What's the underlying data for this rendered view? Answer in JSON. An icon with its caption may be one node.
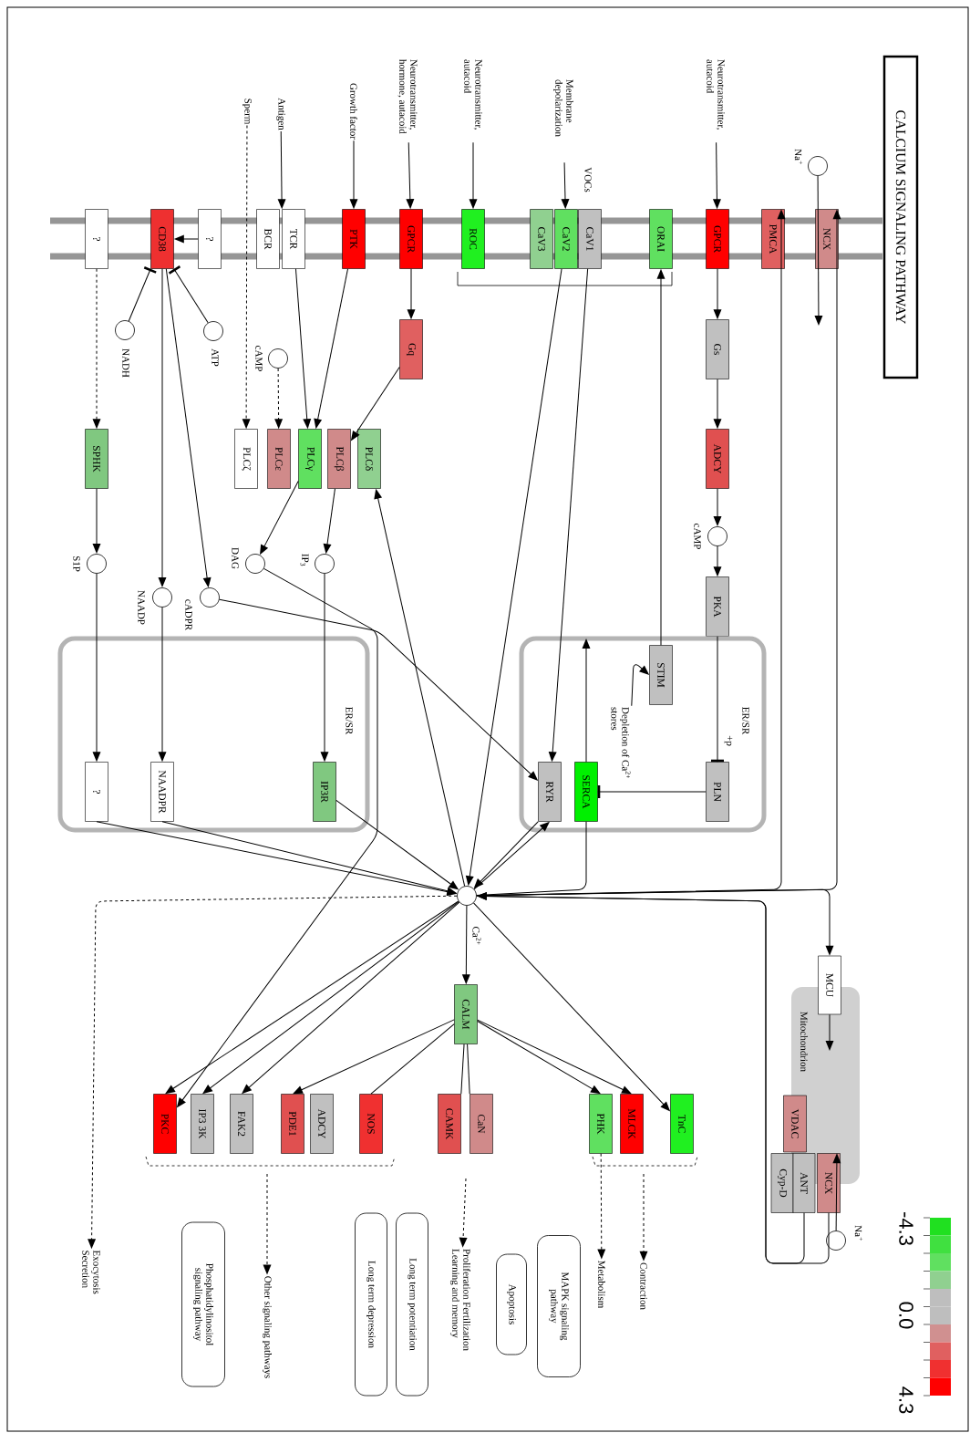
{
  "diagram": {
    "title": "CALCIUM SIGNALING PATHWAY",
    "nodes": [
      {
        "text": [],
        "shape": "box"
      },
      {
        "text": [
          "NCX"
        ]
      },
      {
        "text": [
          "PMCA"
        ]
      },
      {
        "text": [
          "GPCR"
        ]
      },
      {
        "text": [
          "ORAI"
        ]
      },
      {
        "text": [
          "CaV1"
        ]
      },
      {
        "text": [
          "CaV2"
        ]
      },
      {
        "text": [
          "CaV3"
        ]
      },
      {
        "text": [
          "ROC"
        ]
      },
      {
        "text": [
          "GPCR"
        ]
      },
      {
        "text": [
          "PTK"
        ]
      },
      {
        "text": [
          "TCR"
        ]
      },
      {
        "text": [
          "BCR"
        ]
      },
      {
        "text": [
          "?"
        ]
      },
      {
        "text": [
          "CD38"
        ]
      },
      {
        "text": [
          "?"
        ]
      },
      {
        "text": [],
        "shape": "circle",
        "beside": [
          "Na$^{+}$"
        ]
      },
      {
        "text": [
          "Neurotransmitter, autacoid"
        ]
      },
      {
        "text": [
          "Membrane depolarization"
        ]
      },
      {
        "text": [
          "Neurotransmitter, autacoid"
        ]
      },
      {
        "text": [
          "Neurotransmitter, hormone, autacoid"
        ]
      },
      {
        "text": [
          "Growth factor"
        ]
      },
      {
        "text": [
          "Antigen"
        ]
      },
      {
        "text": [
          "Sperm"
        ]
      },
      {
        "text": [
          "Gs"
        ]
      },
      {
        "text": [
          "ADCY"
        ]
      },
      {
        "text": [],
        "shape": "circle",
        "beside": [
          "cAMP"
        ]
      },
      {
        "text": [
          "PKA"
        ]
      },
      {
        "text": [
          "Gq"
        ]
      },
      {
        "text": [],
        "shape": "circle",
        "beside": [
          "cAMP"
        ]
      },
      {
        "text": [
          "PLCδ"
        ]
      },
      {
        "text": [
          "PLCβ"
        ]
      },
      {
        "text": [
          "PLCγ"
        ]
      },
      {
        "text": [
          "PLCε"
        ]
      },
      {
        "text": [
          "PLCζ"
        ]
      },
      {
        "text": [],
        "shape": "circle",
        "beside": [
          "ATP"
        ]
      },
      {
        "text": [],
        "shape": "circle",
        "beside": [
          "NADH"
        ]
      },
      {
        "text": [
          "SPHK"
        ]
      },
      {
        "text": [],
        "shape": "circle",
        "beside": [
          "IP$_{3}$"
        ]
      },
      {
        "text": [],
        "shape": "circle",
        "beside": [
          "DAG"
        ]
      },
      {
        "text": [],
        "shape": "circle",
        "beside": [
          "S1P"
        ]
      },
      {
        "text": [],
        "shape": "circle",
        "beside": [
          "cADPR"
        ]
      },
      {
        "text": [],
        "shape": "circle",
        "beside": [
          "NAADP"
        ]
      },
      {
        "text": [
          "ER/SR"
        ]
      },
      {
        "text": [
          "ER/SR"
        ]
      },
      {
        "text": [
          "STIM"
        ],
        "in": 43
      },
      {
        "text": [
          "Depletion of Ca$^{2+}$ stores"
        ],
        "in": 43
      },
      {
        "text": [
          "PLN"
        ],
        "in": 43
      },
      {
        "text": [
          "SERCA"
        ],
        "in": 43
      },
      {
        "text": [
          "RYR"
        ],
        "in": 43
      },
      {
        "text": [
          "IP3R"
        ],
        "in": 44
      },
      {
        "text": [
          "NAADPR"
        ],
        "in": 44
      },
      {
        "text": [
          "?"
        ],
        "in": 44
      },
      {
        "text": [],
        "shape": "circle",
        "beside": [
          "Ca$^{2+}$"
        ]
      },
      {
        "text": [
          "CALM"
        ]
      },
      {
        "text": [
          "PKC"
        ]
      },
      {
        "text": [
          "IP3 3K"
        ]
      },
      {
        "text": [
          "FAK2"
        ]
      },
      {
        "text": [
          "PDE1"
        ]
      },
      {
        "text": [
          "ADCY"
        ]
      },
      {
        "text": [
          "NOS"
        ]
      },
      {
        "text": [
          "CAMK"
        ]
      },
      {
        "text": [
          "CaN"
        ]
      },
      {
        "text": [
          "PHK"
        ]
      },
      {
        "text": [
          "MLCK"
        ]
      },
      {
        "text": [
          "TnC"
        ]
      },
      {
        "text": [
          "Mitochondrion"
        ]
      },
      {
        "text": [
          "MCU"
        ]
      },
      {
        "text": [
          "VDAC"
        ],
        "in": 66
      },
      {
        "text": [
          "Cyp-D"
        ]
      },
      {
        "text": [
          "ANT"
        ]
      },
      {
        "text": [
          "NCX"
        ]
      },
      {
        "text": [],
        "shape": "circle",
        "beside": [
          "Na$^{+}$"
        ]
      },
      {
        "text": [
          "Exocytosis Secretion"
        ]
      },
      {
        "text": [
          "Other signaling pathways"
        ]
      },
      {
        "text": [
          "Proliferation Fertilization Learning and memory"
        ]
      },
      {
        "text": [
          "Metabolism"
        ]
      },
      {
        "text": [
          "Contraction"
        ]
      },
      {
        "text": [
          "Phosphatidylinositol signaling pathway"
        ]
      },
      {
        "text": [
          "Long term depression"
        ]
      },
      {
        "text": [
          "Long term potentiation"
        ]
      },
      {
        "text": [
          "Apoptosis"
        ]
      },
      {
        "text": [
          "MAPK signaling pathway"
        ]
      }
    ],
    "edges": [
      {
        "from": 16,
        "to": null,
        "arrow": "to"
      },
      {
        "from": 53,
        "to": 1,
        "arrow": "to"
      },
      {
        "from": 53,
        "to": 2,
        "arrow": "to"
      },
      {
        "from": 53,
        "to": 67,
        "arrow": "to"
      },
      {
        "from": 3,
        "to": 24,
        "arrow": "to"
      },
      {
        "from": 24,
        "to": 25,
        "arrow": "to"
      },
      {
        "from": 25,
        "to": 26,
        "arrow": "to"
      },
      {
        "from": 26,
        "to": 27,
        "arrow": "to"
      },
      {
        "from": 27,
        "to": 47,
        "arrow": "other",
        "label": "+p"
      },
      {
        "from": 47,
        "to": 48,
        "arrow": "other"
      },
      {
        "from": 45,
        "to": 4,
        "arrow": "to"
      },
      {
        "from": 46,
        "to": 45,
        "arrow": "to"
      },
      {
        "from": 48,
        "to": 43,
        "arrow": "to"
      },
      {
        "from": 53,
        "to": 48,
        "arrow": "none"
      },
      {
        "from": 5,
        "to": 49,
        "arrow": "to"
      },
      {
        "from": 6,
        "to": 53,
        "arrow": "to"
      },
      {
        "from": 53,
        "to": 30,
        "arrow": "to"
      },
      {
        "from": 9,
        "to": 28,
        "arrow": "to"
      },
      {
        "from": 28,
        "to": 31,
        "arrow": "to"
      },
      {
        "from": 10,
        "to": 32,
        "arrow": "to"
      },
      {
        "from": 11,
        "to": 32,
        "arrow": "to"
      },
      {
        "from": 29,
        "to": 33,
        "arrow": "to",
        "style": "dashed"
      },
      {
        "from": 23,
        "to": 34,
        "arrow": "to",
        "style": "dashed"
      },
      {
        "from": 17,
        "to": 3,
        "arrow": "to"
      },
      {
        "from": 18,
        "to": 6,
        "arrow": "to"
      },
      {
        "from": 19,
        "to": 8,
        "arrow": "to"
      },
      {
        "from": 20,
        "to": 9,
        "arrow": "to"
      },
      {
        "from": 21,
        "to": 10,
        "arrow": "to"
      },
      {
        "from": 22,
        "to": 11,
        "arrow": "to"
      },
      {
        "from": 13,
        "to": 14,
        "arrow": "to"
      },
      {
        "from": 35,
        "to": 14,
        "arrow": "other"
      },
      {
        "from": 36,
        "to": 14,
        "arrow": "other"
      },
      {
        "from": 14,
        "to": 42,
        "arrow": "to"
      },
      {
        "from": 14,
        "to": 41,
        "arrow": "to"
      },
      {
        "from": 15,
        "to": 37,
        "arrow": "to",
        "style": "dashed"
      },
      {
        "from": 37,
        "to": 40,
        "arrow": "to"
      },
      {
        "from": 40,
        "to": 52,
        "arrow": "to"
      },
      {
        "from": 31,
        "to": 38,
        "arrow": "to"
      },
      {
        "from": 32,
        "to": 39,
        "arrow": "to"
      },
      {
        "from": 38,
        "to": 50,
        "arrow": "to"
      },
      {
        "from": 39,
        "to": 55,
        "arrow": "to"
      },
      {
        "from": 42,
        "to": 51,
        "arrow": "to"
      },
      {
        "from": 41,
        "to": 49,
        "arrow": "to"
      },
      {
        "from": 50,
        "to": 53,
        "arrow": "to"
      },
      {
        "from": 51,
        "to": 53,
        "arrow": "to"
      },
      {
        "from": 52,
        "to": 53,
        "arrow": "to"
      },
      {
        "from": 49,
        "to": 53,
        "arrow": "to"
      },
      {
        "from": 53,
        "to": 49,
        "arrow": "to"
      },
      {
        "from": 53,
        "to": 54,
        "arrow": "to"
      },
      {
        "from": 53,
        "to": 55,
        "arrow": "to"
      },
      {
        "from": 53,
        "to": 56,
        "arrow": "to"
      },
      {
        "from": 53,
        "to": 57,
        "arrow": "to"
      },
      {
        "from": 54,
        "to": 58,
        "arrow": "to"
      },
      {
        "from": 54,
        "to": 60,
        "arrow": "none"
      },
      {
        "from": 54,
        "to": 61,
        "arrow": "none"
      },
      {
        "from": 54,
        "to": 62,
        "arrow": "none"
      },
      {
        "from": 54,
        "to": 63,
        "arrow": "to"
      },
      {
        "from": 54,
        "to": 64,
        "arrow": "to"
      },
      {
        "from": 53,
        "to": 65,
        "arrow": "to"
      },
      {
        "from": 53,
        "to": 73,
        "arrow": "to",
        "style": "dashed"
      },
      {
        "from": null,
        "to": 74,
        "arrow": "to",
        "style": "dashed"
      },
      {
        "from": null,
        "to": 75,
        "arrow": "to",
        "style": "dashed"
      },
      {
        "from": 63,
        "to": 76,
        "arrow": "to",
        "style": "dashed"
      },
      {
        "from": null,
        "to": 77,
        "arrow": "to",
        "style": "dashed"
      },
      {
        "from": 67,
        "to": null,
        "arrow": "to"
      },
      {
        "from": 72,
        "to": 71,
        "arrow": "to"
      },
      {
        "from": 71,
        "to": 53,
        "arrow": "to"
      },
      {
        "from": 70,
        "to": 53,
        "arrow": "to"
      }
    ],
    "labels": [
      "VOCs",
      "-4.3",
      "0.0",
      "4.3"
    ]
  }
}
